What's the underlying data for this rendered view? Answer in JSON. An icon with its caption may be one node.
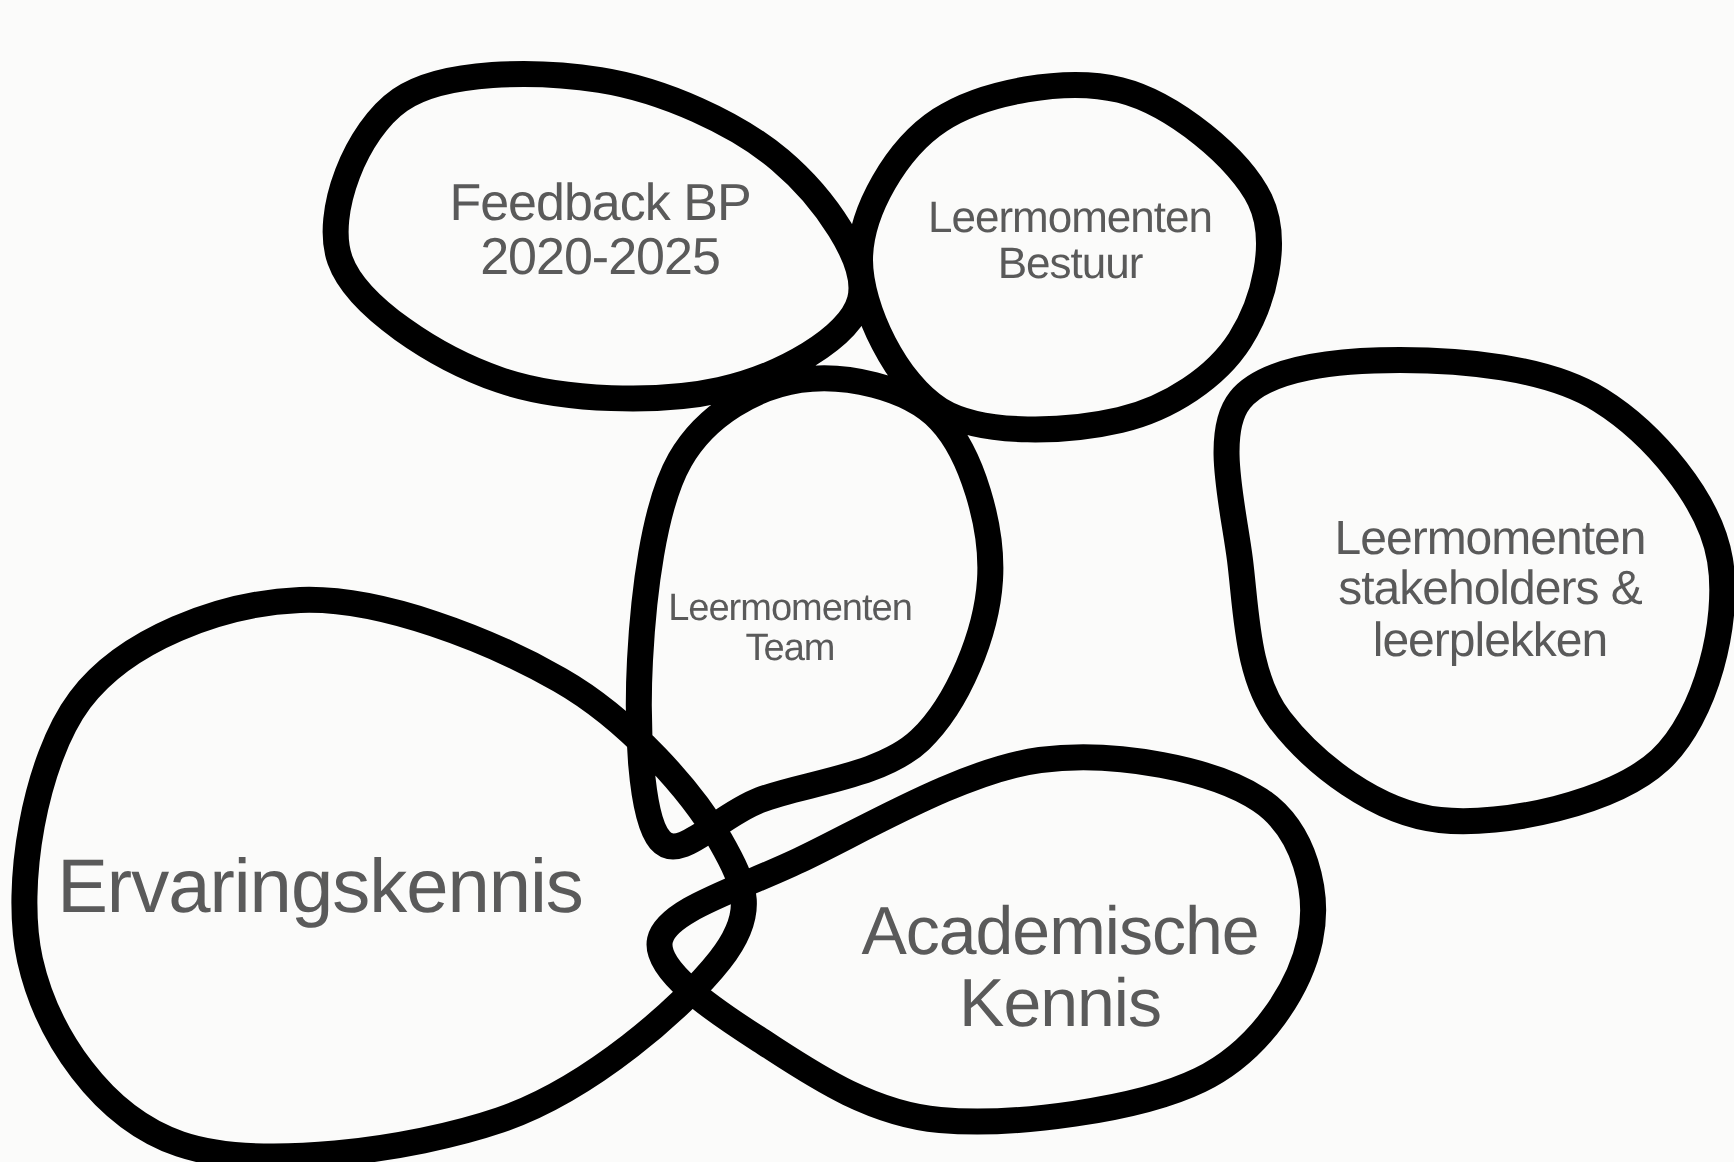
{
  "diagram": {
    "nodes": [
      {
        "text": [
          "Feedback BP 2020-2025"
        ]
      },
      {
        "text": [
          "Leermomenten Bestuur"
        ]
      },
      {
        "text": [
          "Leermomenten stakeholders & leerplekken"
        ]
      },
      {
        "text": [
          "Leermomenten Team"
        ]
      },
      {
        "text": [
          "Ervaringskennis"
        ]
      },
      {
        "text": [
          "Academische Kennis"
        ]
      }
    ]
  }
}
